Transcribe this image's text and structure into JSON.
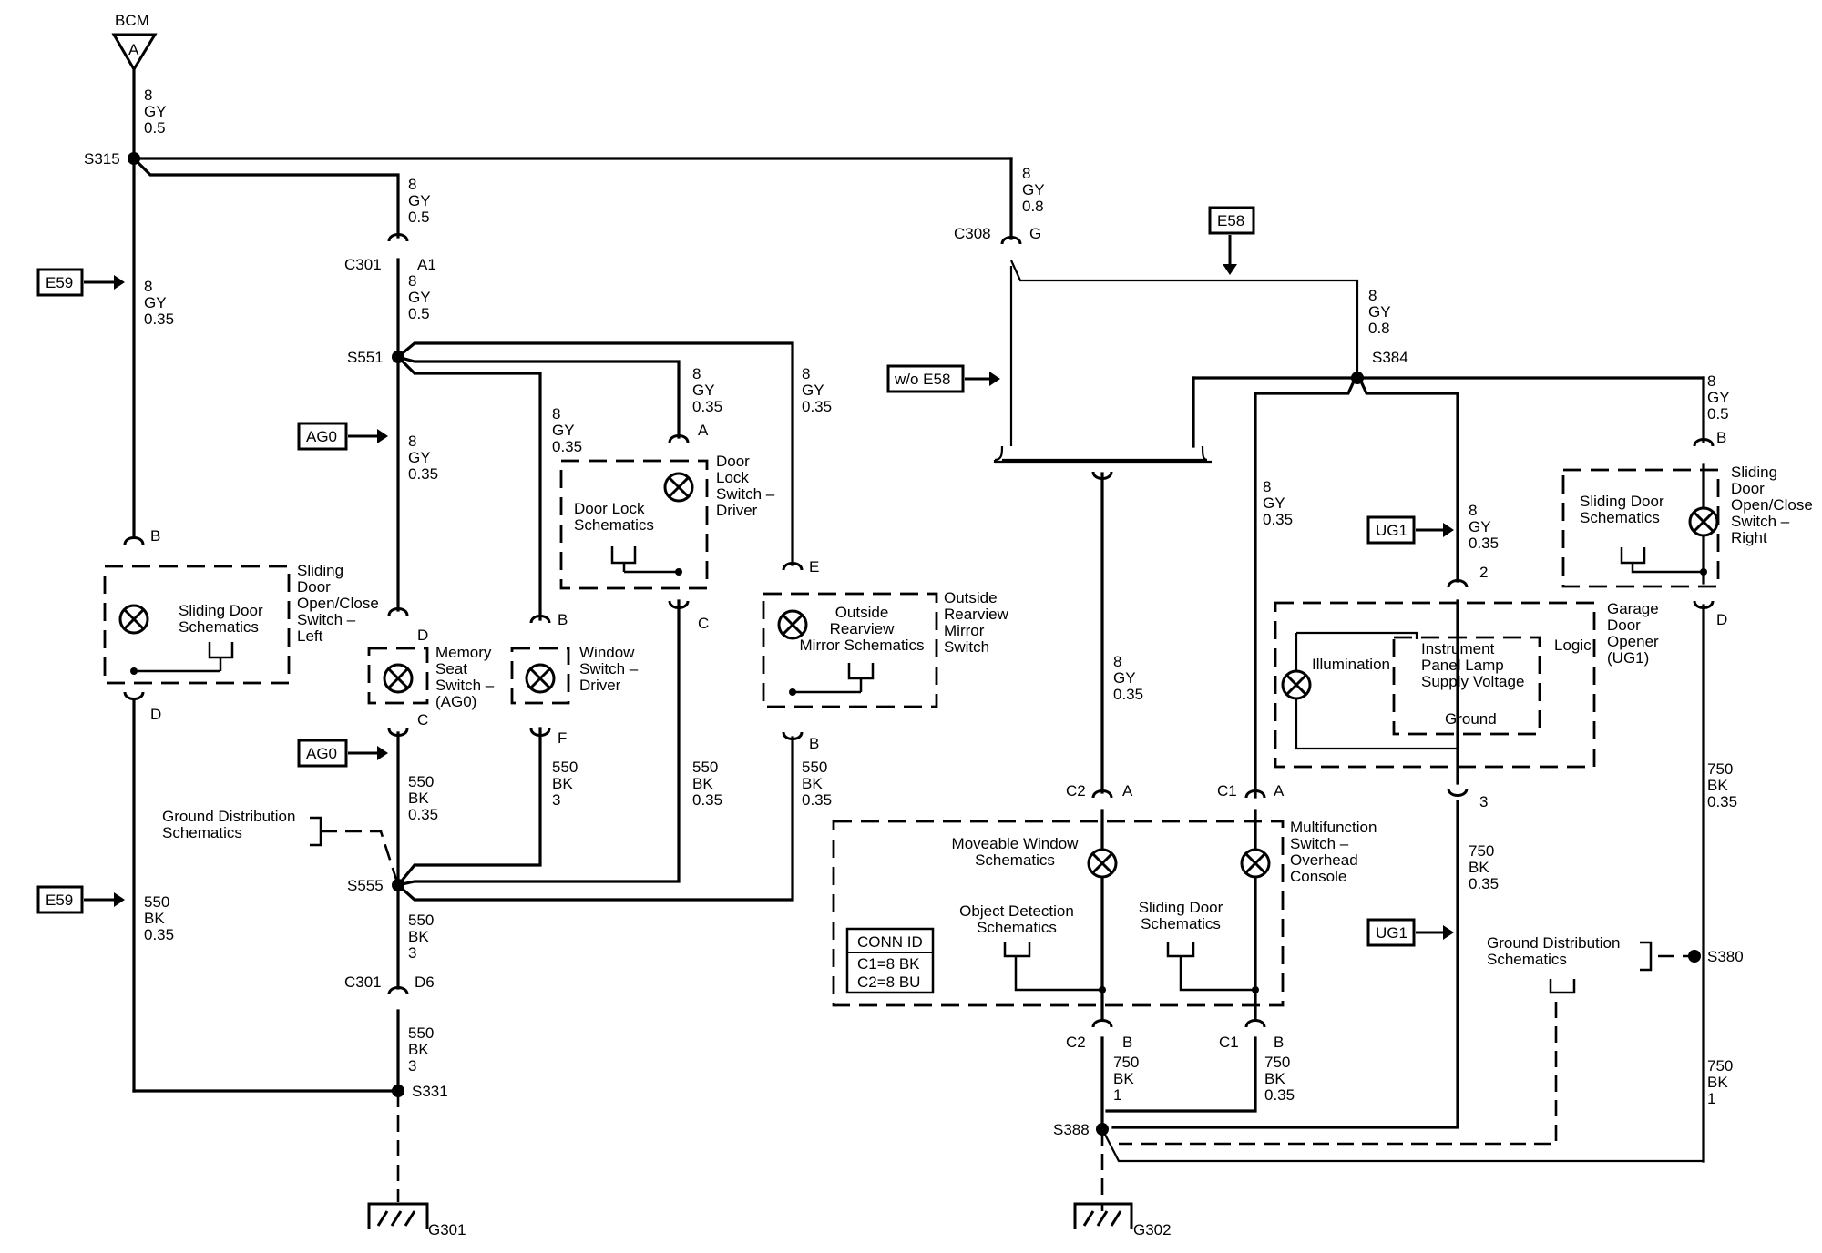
{
  "bcm": {
    "label": "BCM",
    "pin": "A"
  },
  "wire_labels": {
    "w_top": "8|GY|0.5",
    "w_e59_upper": "8|GY|0.35",
    "w_e59_lower": "550|BK|0.35",
    "w_c301_top": "8|GY|0.5",
    "w_c301_bot": "8|GY|0.5",
    "w_ag0": "8|GY|0.35",
    "w_window_top": "8|GY|0.35",
    "w_doorlock_top": "8|GY|0.35",
    "w_mirror_top": "8|GY|0.35",
    "w_memory_bot": "550|BK|0.35",
    "w_window_bot": "550|BK|3",
    "w_doorlock_bot": "550|BK|0.35",
    "w_mirror_bot": "550|BK|0.35",
    "w_s555_bot": "550|BK|3",
    "w_c301d6_bot": "550|BK|3",
    "w_c308_top": "8|GY|0.8",
    "w_s384_top": "8|GY|0.8",
    "w_right_top": "8|GY|0.5",
    "w_center": "8|GY|0.35",
    "w_multi_top": "8|GY|0.35",
    "w_garage_top": "8|GY|0.35",
    "w_right_mid": "750|BK|0.35",
    "w_garage_bot": "750|BK|0.35",
    "w_c2_bot": "750|BK|1",
    "w_c1_bot": "750|BK|0.35",
    "w_right_bot": "750|BK|1"
  },
  "splices": {
    "s315": "S315",
    "s551": "S551",
    "s555": "S555",
    "s331": "S331",
    "s384": "S384",
    "s388": "S388",
    "s380": "S380"
  },
  "connectors": {
    "c301_top": "C301",
    "c301_top_pin": "A1",
    "c301_bot": "C301",
    "c301_bot_pin": "D6",
    "c308": "C308",
    "c308_pin": "G",
    "c2_top": "C2",
    "c2_top_pin": "A",
    "c1_top": "C1",
    "c1_top_pin": "A",
    "c2_bot": "C2",
    "c2_bot_pin": "B",
    "c1_bot": "C1",
    "c1_bot_pin": "B"
  },
  "grounds": {
    "g301": "G301",
    "g302": "G302"
  },
  "tags": {
    "e59_upper": "E59",
    "e59_lower": "E59",
    "ag0_upper": "AG0",
    "ag0_lower": "AG0",
    "e58": "E58",
    "wo_e58": "w/o E58",
    "ug1_upper": "UG1",
    "ug1_lower": "UG1"
  },
  "components": {
    "sliding_left_name": "Sliding|Door|Open/Close|Switch –|Left",
    "sliding_left_schem": "Sliding Door|Schematics",
    "sliding_left_pin_top": "B",
    "sliding_left_pin_bot": "D",
    "memory_name": "Memory|Seat|Switch –|(AG0)",
    "memory_pin_top": "D",
    "memory_pin_bot": "C",
    "window_name": "Window|Switch –|Driver",
    "window_pin_top": "B",
    "window_pin_bot": "F",
    "doorlock_name": "Door|Lock|Switch –|Driver",
    "doorlock_schem": "Door Lock|Schematics",
    "doorlock_pin_top": "A",
    "doorlock_pin_bot": "C",
    "mirror_name": "Outside|Rearview|Mirror|Switch",
    "mirror_schem": "Outside|Rearview|Mirror Schematics",
    "mirror_pin_top": "E",
    "mirror_pin_bot": "B",
    "ground_dist_left": "Ground Distribution|Schematics",
    "sliding_right_name": "Sliding|Door|Open/Close|Switch –|Right",
    "sliding_right_schem": "Sliding Door|Schematics",
    "sliding_right_pin_top": "B",
    "sliding_right_pin_bot": "D",
    "garage_name": "Garage|Door|Opener|(UG1)",
    "garage_illum": "Illumination",
    "garage_ip": "Instrument|Panel Lamp|Supply Voltage",
    "garage_ground": "Ground",
    "garage_logic": "Logic",
    "garage_pin_top": "2",
    "garage_pin_bot": "3",
    "ground_dist_right": "Ground Distribution|Schematics",
    "moveable": "Moveable Window|Schematics",
    "object": "Object Detection|Schematics",
    "sliding_center": "Sliding Door|Schematics",
    "multifunction": "Multifunction|Switch –|Overhead|Console",
    "conn_id_title": "CONN ID",
    "conn_id_1": "C1=8 BK",
    "conn_id_2": "C2=8 BU"
  }
}
